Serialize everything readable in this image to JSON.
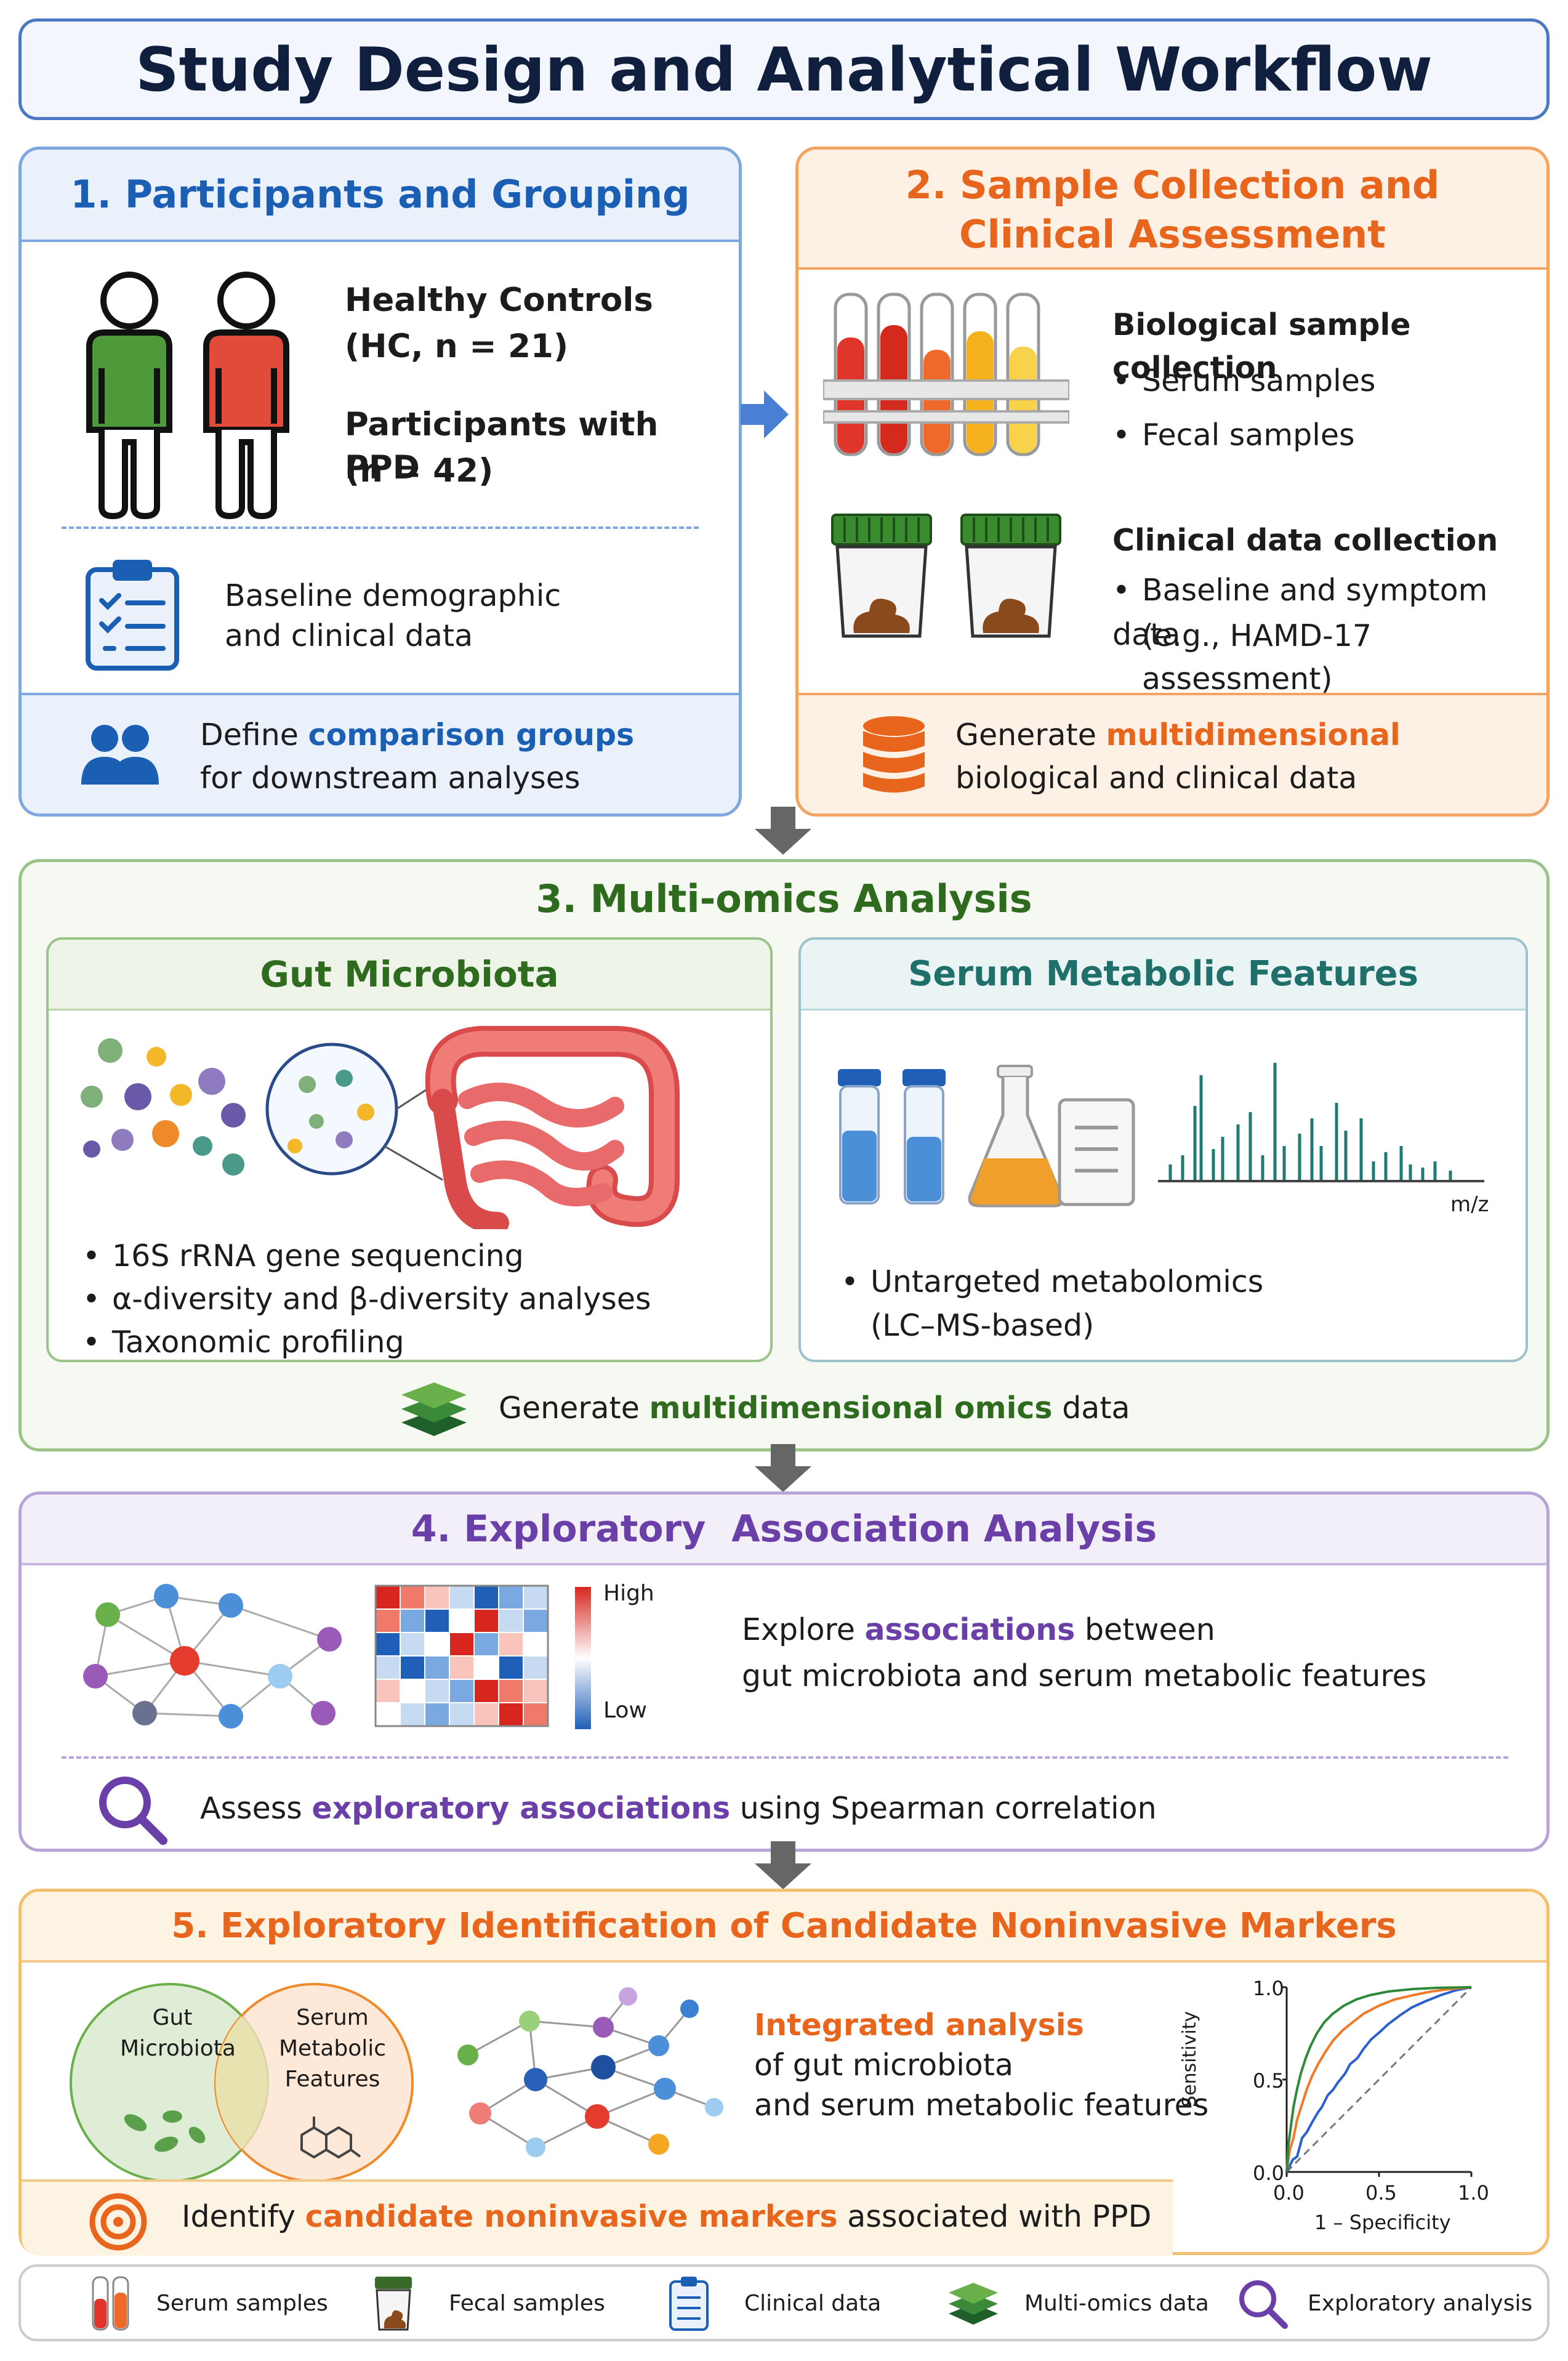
{
  "title": "Study Design and Analytical Workflow",
  "panel1": {
    "heading": "1. Participants and Grouping",
    "hc_line1": "Healthy Controls",
    "hc_line2": "(HC, n = 21)",
    "ppd_line1": "Participants with PPD",
    "ppd_line2": "(n = 42)",
    "baseline_line1": "Baseline demographic",
    "baseline_line2": "and clinical data",
    "footer_pre": "Define",
    "footer_hl": "comparison groups",
    "footer_line2": "for downstream analyses"
  },
  "panel2": {
    "heading_line1": "2. Sample Collection and",
    "heading_line2": "Clinical Assessment",
    "bio_title": "Biological sample collection",
    "bio_items": [
      "Serum samples",
      "Fecal samples"
    ],
    "clin_title": "Clinical data collection",
    "clin_item_line1": "Baseline and symptom data",
    "clin_item_line2": "(e.g., HAMD-17 assessment)",
    "footer_pre": "Generate",
    "footer_hl": "multidimensional",
    "footer_line2": "biological and clinical data"
  },
  "panel3": {
    "heading": "3. Multi-omics Analysis",
    "gut_title": "Gut Microbiota",
    "gut_items": [
      "16S rRNA gene sequencing",
      "α-diversity and β-diversity analyses",
      "Taxonomic profiling"
    ],
    "serum_title": "Serum Metabolic Features",
    "mz_label": "m/z",
    "serum_item_line1": "Untargeted metabolomics",
    "serum_item_line2": "(LC–MS-based)",
    "footer_pre": "Generate",
    "footer_hl": "multidimensional omics",
    "footer_post": "data"
  },
  "panel4": {
    "heading": "4. Exploratory  Association Analysis",
    "legend_high": "High",
    "legend_low": "Low",
    "explore_pre": "Explore",
    "explore_hl": "associations",
    "explore_post": "between",
    "explore_line2": "gut microbiota and serum metabolic features",
    "assess_pre": "Assess",
    "assess_hl": "exploratory associations",
    "assess_post": "using Spearman correlation"
  },
  "panel5": {
    "heading": "5. Exploratory Identification of Candidate Noninvasive Markers",
    "venn_left": [
      "Gut",
      "Microbiota"
    ],
    "venn_right": [
      "Serum",
      "Metabolic",
      "Features"
    ],
    "integrated_hl": "Integrated analysis",
    "integrated_line2": "of gut microbiota",
    "integrated_line3": "and serum metabolic features",
    "identify_pre": "Identify",
    "identify_hl": "candidate noninvasive markers",
    "identify_post": "associated with PPD",
    "roc": {
      "y_label": "Sensitivity",
      "x_label": "1 – Specificity",
      "y_ticks": [
        "1.0",
        "0.5",
        "0.0"
      ],
      "x_ticks": [
        "0.0",
        "0.5",
        "1.0"
      ]
    }
  },
  "legend": [
    "Serum samples",
    "Fecal samples",
    "Clinical data",
    "Multi-omics data",
    "Exploratory analysis"
  ],
  "colors": {
    "blue": "#1a5fb4",
    "orange": "#e8651d",
    "green": "#2e6b1f",
    "purple": "#6b3fa8",
    "gold": "#f5a623"
  }
}
